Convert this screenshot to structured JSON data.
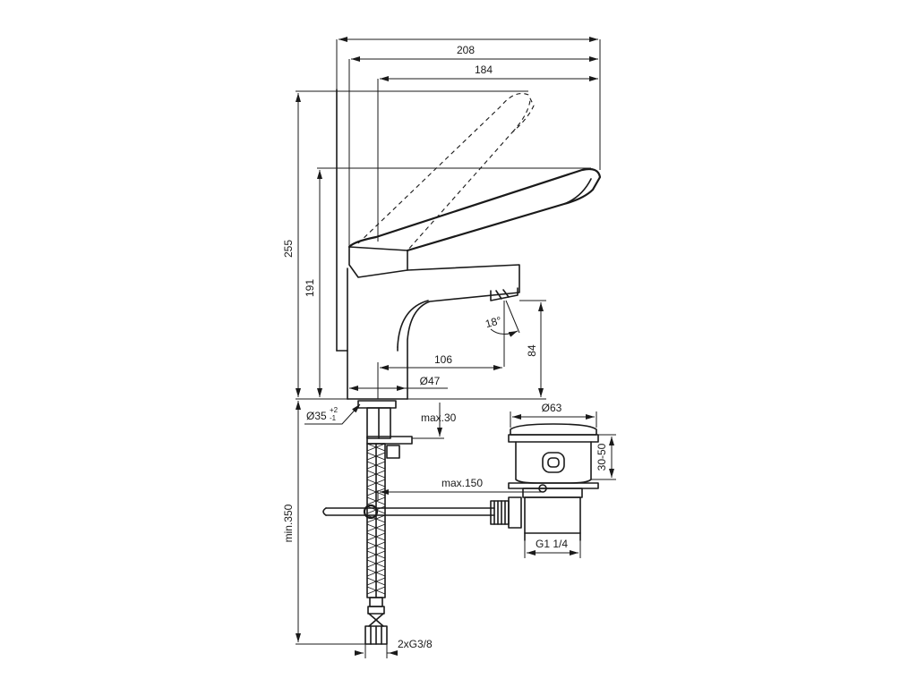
{
  "dimensions": {
    "width_total": "208",
    "width_handle": "184",
    "height_total": "255",
    "height_handle": "191",
    "spout_height": "84",
    "spout_reach": "106",
    "body_diameter": "Ø47",
    "hole_diameter": "Ø35",
    "hole_tol_upper": "+2",
    "hole_tol_lower": "-1",
    "deck_thickness": "max.30",
    "waste_diameter": "Ø63",
    "waste_range": "30-50",
    "rod_length": "max.150",
    "waste_thread": "G1 1/4",
    "hose_length": "min.350",
    "hose_thread": "2xG3/8",
    "spray_angle": "18°"
  }
}
